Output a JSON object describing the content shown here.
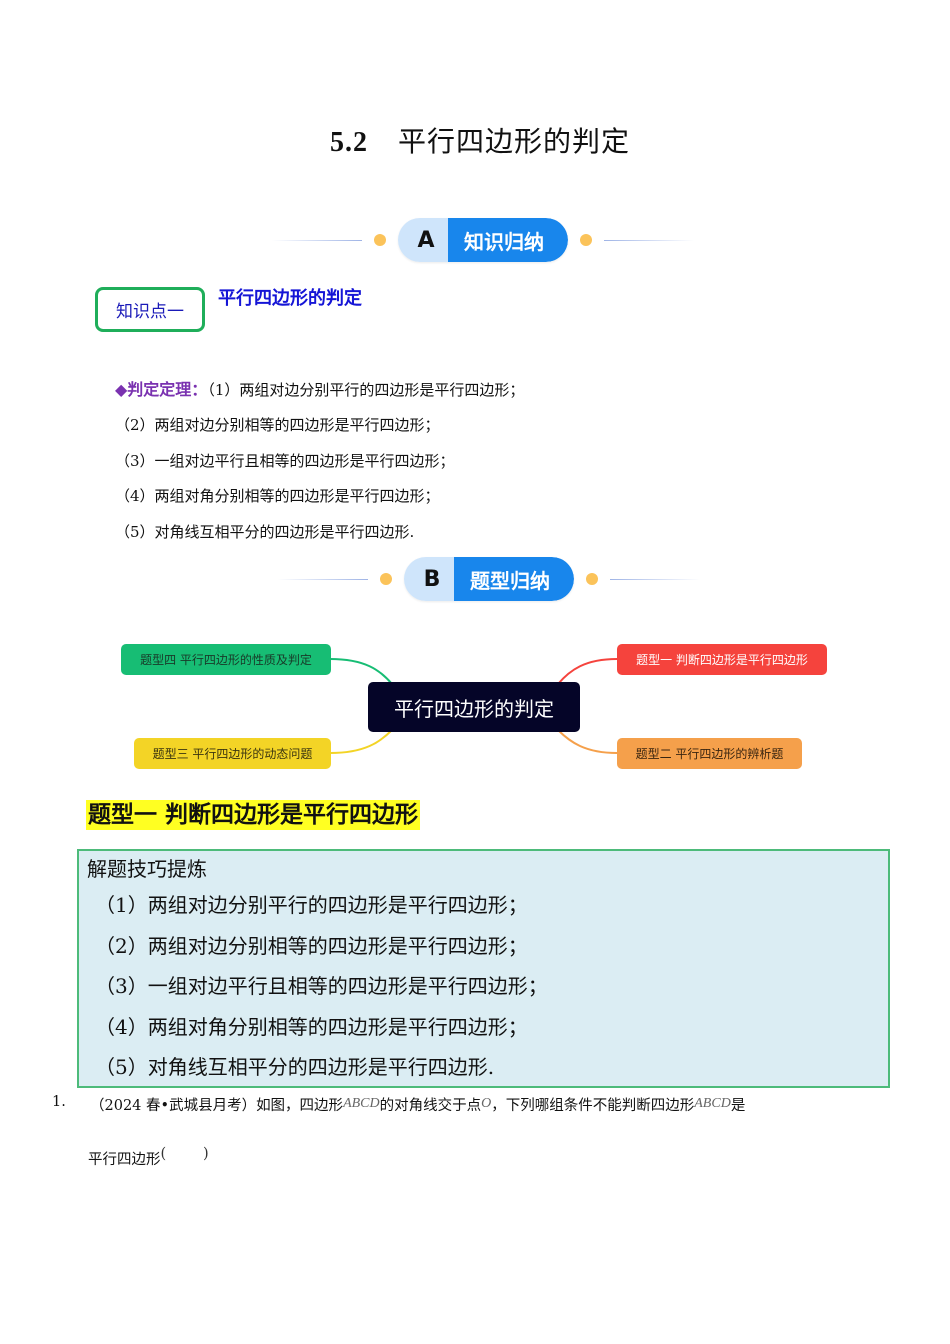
{
  "title": {
    "number": "5.2",
    "text": "平行四边形的判定"
  },
  "section_a": {
    "letter": "A",
    "label": "知识归纳"
  },
  "knowledge_point": {
    "badge": "知识点一",
    "title": "平行四边形的判定"
  },
  "theorems": {
    "lead": "◆判定定理：",
    "items": [
      "（1）两组对边分别平行的四边形是平行四边形；",
      "（2）两组对边分别相等的四边形是平行四边形；",
      "（3）一组对边平行且相等的四边形是平行四边形；",
      "（4）两组对角分别相等的四边形是平行四边形；",
      "（5）对角线互相平分的四边形是平行四边形."
    ]
  },
  "section_b": {
    "letter": "B",
    "label": "题型归纳"
  },
  "mind_map": {
    "center": "平行四边形的判定",
    "nodes": [
      {
        "label": "题型一 判断四边形是平行四边形",
        "color": "#f5433d"
      },
      {
        "label": "题型二 平行四边形的辨析题",
        "color": "#f5a04b"
      },
      {
        "label": "题型三 平行四边形的动态问题",
        "color": "#f3d426"
      },
      {
        "label": "题型四 平行四边形的性质及判定",
        "color": "#17bd74"
      }
    ]
  },
  "type_one": {
    "heading": "题型一  判断四边形是平行四边形",
    "tips_title": "解题技巧提炼",
    "tips": [
      "（1）两组对边分别平行的四边形是平行四边形；",
      "（2）两组对边分别相等的四边形是平行四边形；",
      "（3）一组对边平行且相等的四边形是平行四边形；",
      "（4）两组对角分别相等的四边形是平行四边形；",
      "（5）对角线互相平分的四边形是平行四边形."
    ]
  },
  "question": {
    "number": "1.",
    "part1": "（2024 春•武城县月考）如图，四边形",
    "var1": "ABCD",
    "part2": "的对角线交于点",
    "var2": "O",
    "part3": "，下列哪组条件不能判断四边形",
    "var3": "ABCD",
    "part4": "是",
    "line2": "平行四边形",
    "paren": "(        )"
  }
}
